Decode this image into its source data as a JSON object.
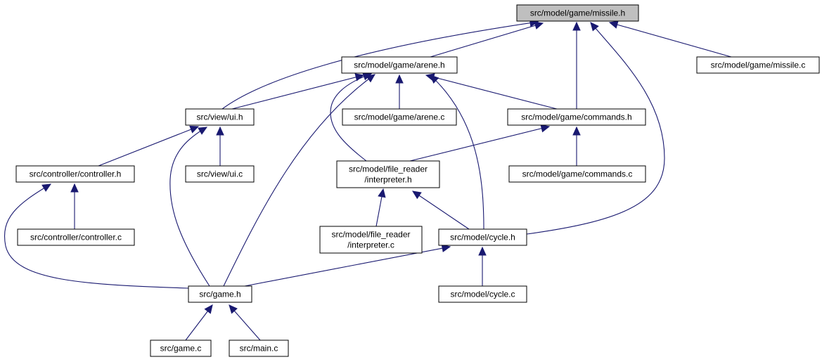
{
  "diagram": {
    "type": "include-dependency-graph",
    "nodes": [
      {
        "id": "missile_h",
        "lines": [
          "src/model/game/missile.h"
        ]
      },
      {
        "id": "arene_h",
        "lines": [
          "src/model/game/arene.h"
        ]
      },
      {
        "id": "missile_c",
        "lines": [
          "src/model/game/missile.c"
        ]
      },
      {
        "id": "ui_h",
        "lines": [
          "src/view/ui.h"
        ]
      },
      {
        "id": "arene_c",
        "lines": [
          "src/model/game/arene.c"
        ]
      },
      {
        "id": "commands_h",
        "lines": [
          "src/model/game/commands.h"
        ]
      },
      {
        "id": "controller_h",
        "lines": [
          "src/controller/controller.h"
        ]
      },
      {
        "id": "ui_c",
        "lines": [
          "src/view/ui.c"
        ]
      },
      {
        "id": "interpreter_h",
        "lines": [
          "src/model/file_reader",
          "/interpreter.h"
        ]
      },
      {
        "id": "commands_c",
        "lines": [
          "src/model/game/commands.c"
        ]
      },
      {
        "id": "controller_c",
        "lines": [
          "src/controller/controller.c"
        ]
      },
      {
        "id": "interpreter_c",
        "lines": [
          "src/model/file_reader",
          "/interpreter.c"
        ]
      },
      {
        "id": "cycle_h",
        "lines": [
          "src/model/cycle.h"
        ]
      },
      {
        "id": "game_h",
        "lines": [
          "src/game.h"
        ]
      },
      {
        "id": "cycle_c",
        "lines": [
          "src/model/cycle.c"
        ]
      },
      {
        "id": "game_c",
        "lines": [
          "src/game.c"
        ]
      },
      {
        "id": "main_c",
        "lines": [
          "src/main.c"
        ]
      }
    ],
    "edges": [
      {
        "from": "arene_h",
        "to": "missile_h"
      },
      {
        "from": "ui_h",
        "to": "missile_h"
      },
      {
        "from": "commands_h",
        "to": "missile_h"
      },
      {
        "from": "cycle_h",
        "to": "missile_h"
      },
      {
        "from": "missile_c",
        "to": "missile_h"
      },
      {
        "from": "ui_h",
        "to": "arene_h"
      },
      {
        "from": "arene_c",
        "to": "arene_h"
      },
      {
        "from": "commands_h",
        "to": "arene_h"
      },
      {
        "from": "interpreter_h",
        "to": "arene_h"
      },
      {
        "from": "cycle_h",
        "to": "arene_h"
      },
      {
        "from": "game_h",
        "to": "arene_h"
      },
      {
        "from": "controller_h",
        "to": "ui_h"
      },
      {
        "from": "ui_c",
        "to": "ui_h"
      },
      {
        "from": "game_h",
        "to": "ui_h"
      },
      {
        "from": "interpreter_h",
        "to": "commands_h"
      },
      {
        "from": "commands_c",
        "to": "commands_h"
      },
      {
        "from": "controller_c",
        "to": "controller_h"
      },
      {
        "from": "game_h",
        "to": "controller_h"
      },
      {
        "from": "interpreter_c",
        "to": "interpreter_h"
      },
      {
        "from": "cycle_h",
        "to": "interpreter_h"
      },
      {
        "from": "game_h",
        "to": "cycle_h"
      },
      {
        "from": "cycle_c",
        "to": "cycle_h"
      },
      {
        "from": "game_c",
        "to": "game_h"
      },
      {
        "from": "main_c",
        "to": "game_h"
      }
    ],
    "colors": {
      "edge": "#191970",
      "root_fill": "#bfbfbf",
      "node_fill": "#ffffff",
      "node_border": "#000000"
    }
  }
}
